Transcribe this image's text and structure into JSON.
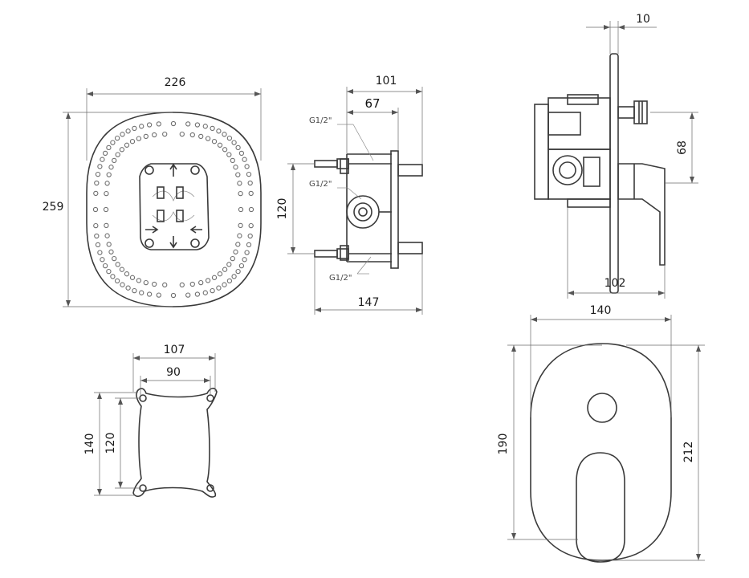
{
  "dimensions": {
    "front_plate_width": "226",
    "front_plate_height": "259",
    "side_total_depth": "101",
    "side_inner_depth": "67",
    "side_inlet_spacing": "120",
    "side_overall_depth": "147",
    "thread_top": "G1/2\"",
    "thread_middle": "G1/2\"",
    "thread_bottom": "G1/2\"",
    "profile_plate_thickness": "10",
    "profile_outlet_offset": "68",
    "profile_projection": "102",
    "cover_width": "140",
    "cover_inner_height": "190",
    "cover_outer_height": "212",
    "bracket_outer_width": "107",
    "bracket_inner_width": "90",
    "bracket_outer_height": "140",
    "bracket_inner_height": "120"
  }
}
